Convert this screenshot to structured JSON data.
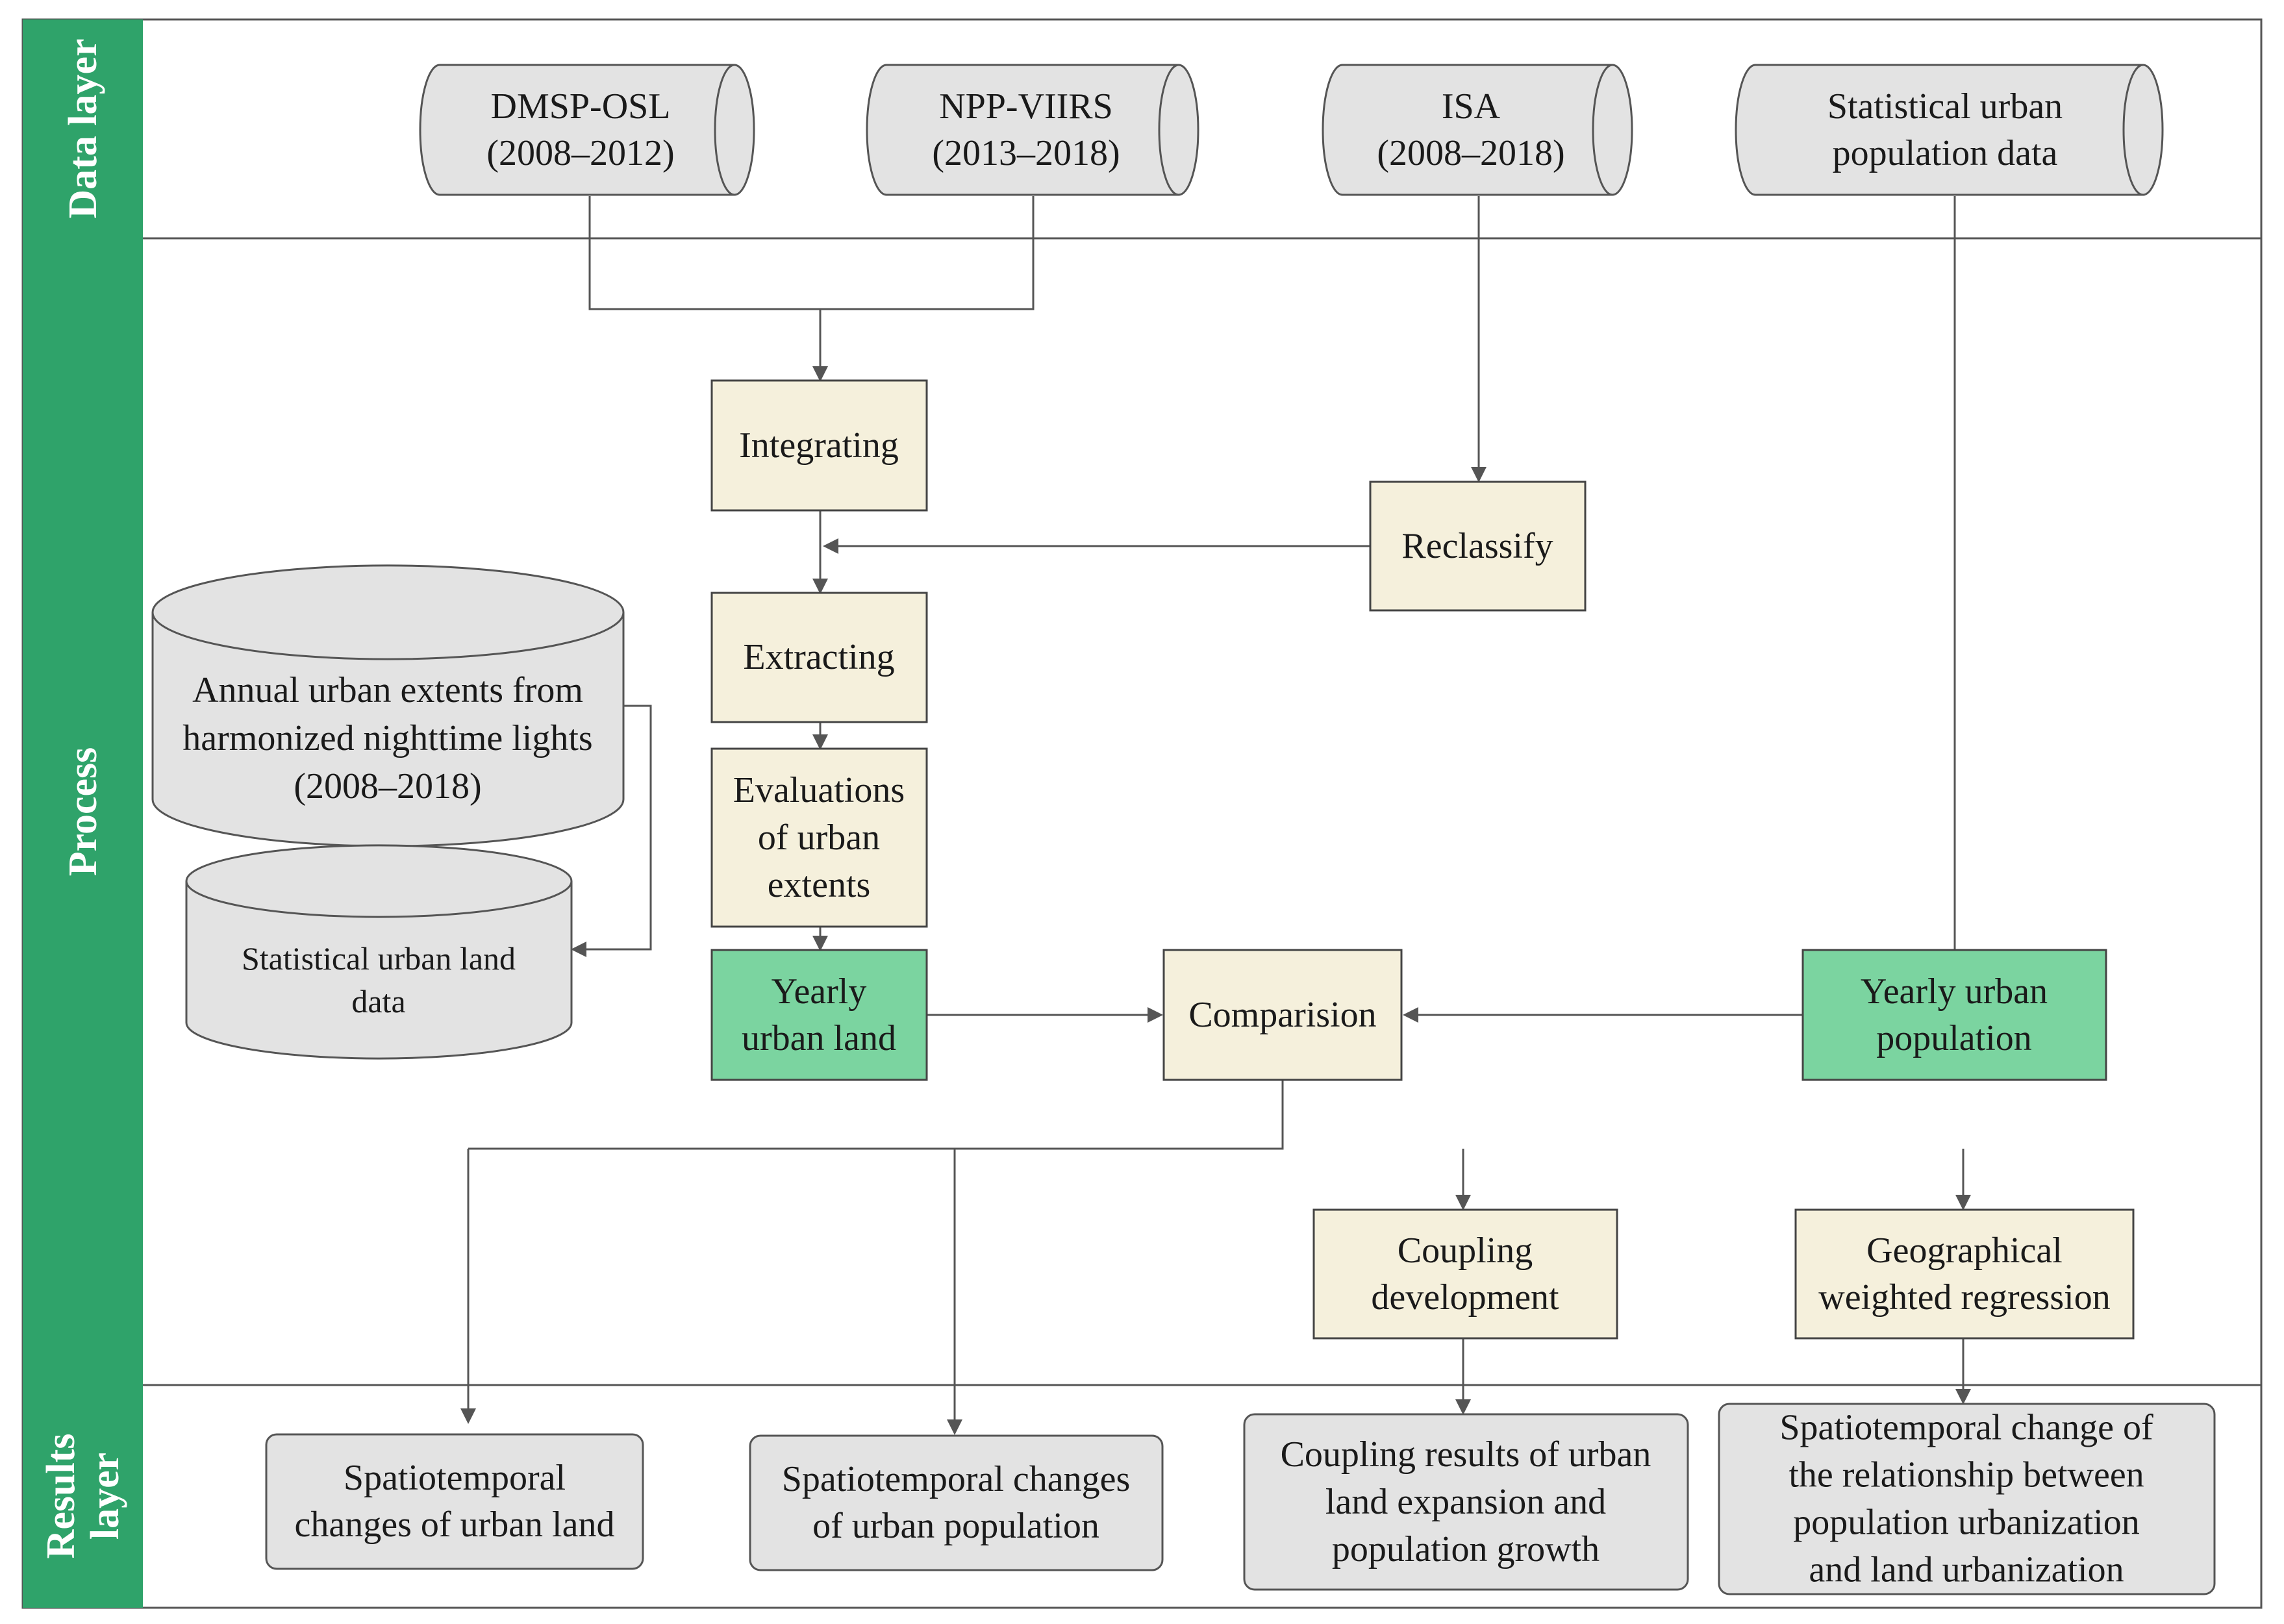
{
  "layers": {
    "data": [
      "Data layer"
    ],
    "process": [
      "Process"
    ],
    "results": [
      "Results",
      "layer"
    ]
  },
  "data_sources": {
    "dmsp": [
      "DMSP-OSL",
      "(2008–2012)"
    ],
    "npp": [
      "NPP-VIIRS",
      "(2013–2018)"
    ],
    "isa": [
      "ISA",
      "(2008–2018)"
    ],
    "pop_stats": [
      "Statistical urban",
      "population data"
    ]
  },
  "process": {
    "integrating": [
      "Integrating"
    ],
    "reclassify": [
      "Reclassify"
    ],
    "extracting": [
      "Extracting"
    ],
    "evaluations": [
      "Evaluations",
      "of urban",
      "extents"
    ],
    "yearly_land": [
      "Yearly",
      "urban land"
    ],
    "comparision": [
      "Comparision"
    ],
    "yearly_pop": [
      "Yearly urban",
      "population"
    ],
    "coupling": [
      "Coupling",
      "development"
    ],
    "gwr": [
      "Geographical",
      "weighted regression"
    ]
  },
  "datasets": {
    "annual_extents": [
      "Annual urban extents from",
      "harmonized nighttime lights",
      "(2008–2018)"
    ],
    "land_stats": [
      "Statistical urban land",
      "data"
    ]
  },
  "results": {
    "land_change": [
      "Spatiotemporal",
      "changes of urban land"
    ],
    "pop_change": [
      "Spatiotemporal changes",
      "of urban population"
    ],
    "coupling_results": [
      "Coupling results of urban",
      "land expansion and",
      "population growth"
    ],
    "relationship_change": [
      "Spatiotemporal change of",
      "the relationship between",
      "population urbanization",
      "and land urbanization"
    ]
  },
  "colors": {
    "band_green": "#2fa36a",
    "process_fill": "#f5f0dc",
    "highlight_green": "#7bd4a0",
    "data_gray": "#e3e3e3"
  }
}
